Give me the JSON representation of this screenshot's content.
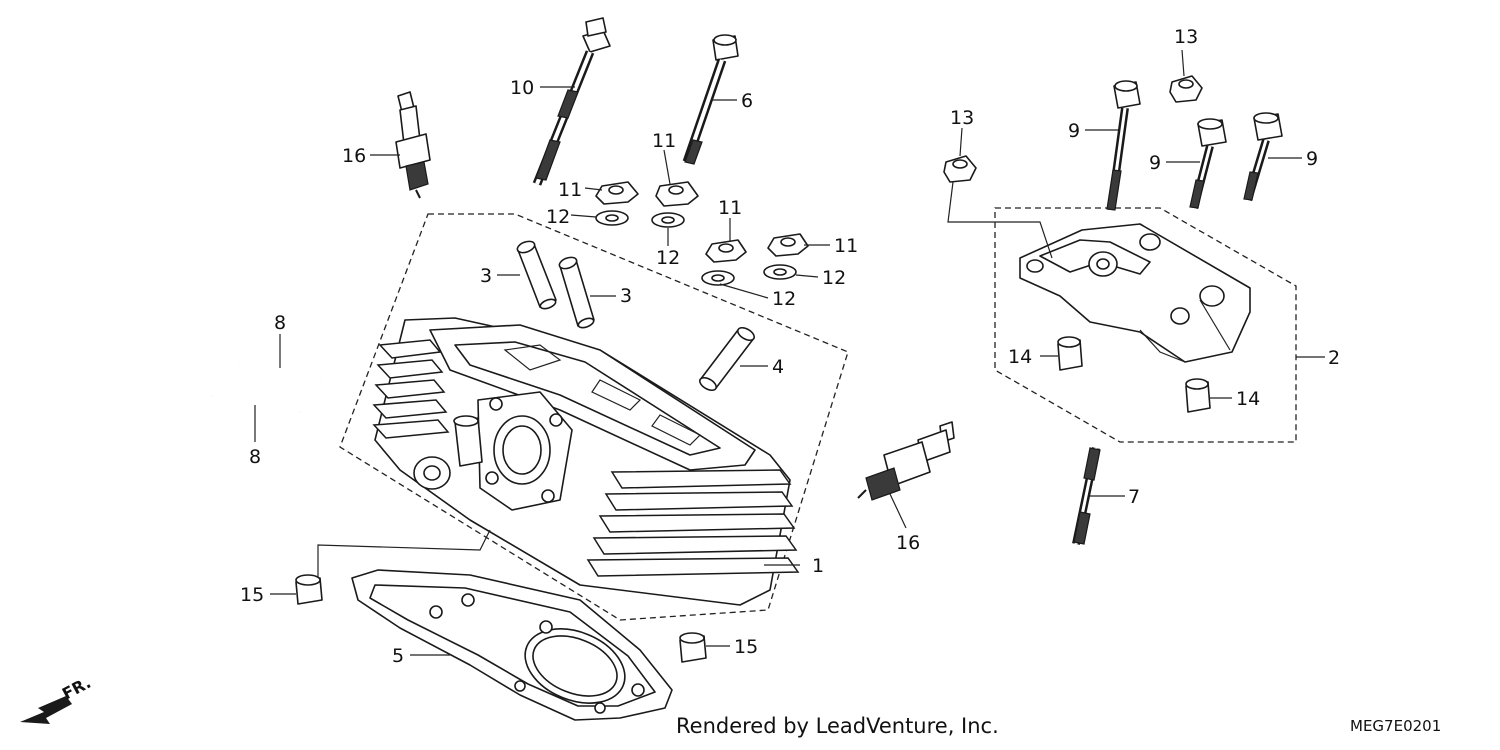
{
  "diagram": {
    "callouts": {
      "c1": "1",
      "c2": "2",
      "c3a": "3",
      "c3b": "3",
      "c4": "4",
      "c5": "5",
      "c6": "6",
      "c7": "7",
      "c8a": "8",
      "c8b": "8",
      "c9a": "9",
      "c9b": "9",
      "c9c": "9",
      "c10": "10",
      "c11a": "11",
      "c11b": "11",
      "c11c": "11",
      "c11d": "11",
      "c12a": "12",
      "c12b": "12",
      "c12c": "12",
      "c12d": "12",
      "c13a": "13",
      "c13b": "13",
      "c14a": "14",
      "c14b": "14",
      "c15a": "15",
      "c15b": "15",
      "c16a": "16",
      "c16b": "16"
    },
    "front_label": "FR.",
    "credit": "Rendered by LeadVenture, Inc.",
    "diagram_code": "MEG7E0201"
  }
}
